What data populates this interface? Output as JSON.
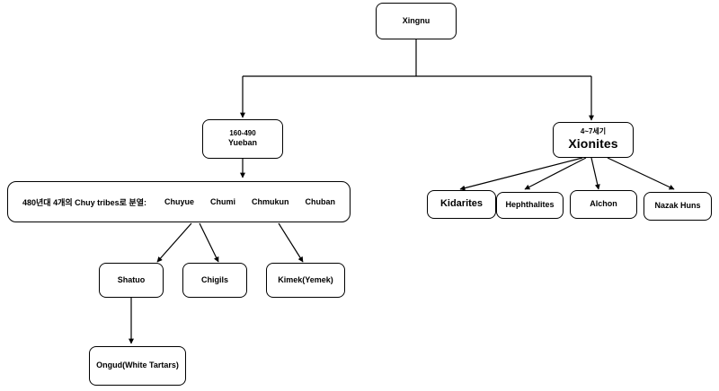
{
  "diagram": {
    "title": "Xingnu",
    "background_color": "#ffffff",
    "line_color": "#000000",
    "nodes": {
      "root": {
        "label": "Xingnu"
      },
      "yueban": {
        "period": "160-490",
        "label": "Yueban"
      },
      "xionites": {
        "period": "4~7세기",
        "label": "Xionites"
      },
      "kidarites": {
        "label": "Kidarites"
      },
      "hephthalites": {
        "label": "Hephthalites"
      },
      "alchon": {
        "label": "Alchon"
      },
      "nazak_huns": {
        "label": "Nazak Huns"
      },
      "shatuo": {
        "label": "Shatuo"
      },
      "chigils": {
        "label": "Chigils"
      },
      "kimek": {
        "label": "Kimek(Yemek)"
      },
      "ongud": {
        "label": "Ongud(White Tartars)"
      }
    },
    "chuy_bar": {
      "lead_text": "480년대 4개의 Chuy tribes로 분열:",
      "tribes": [
        "Chuyue",
        "Chumi",
        "Chmukun",
        "Chuban"
      ]
    }
  }
}
